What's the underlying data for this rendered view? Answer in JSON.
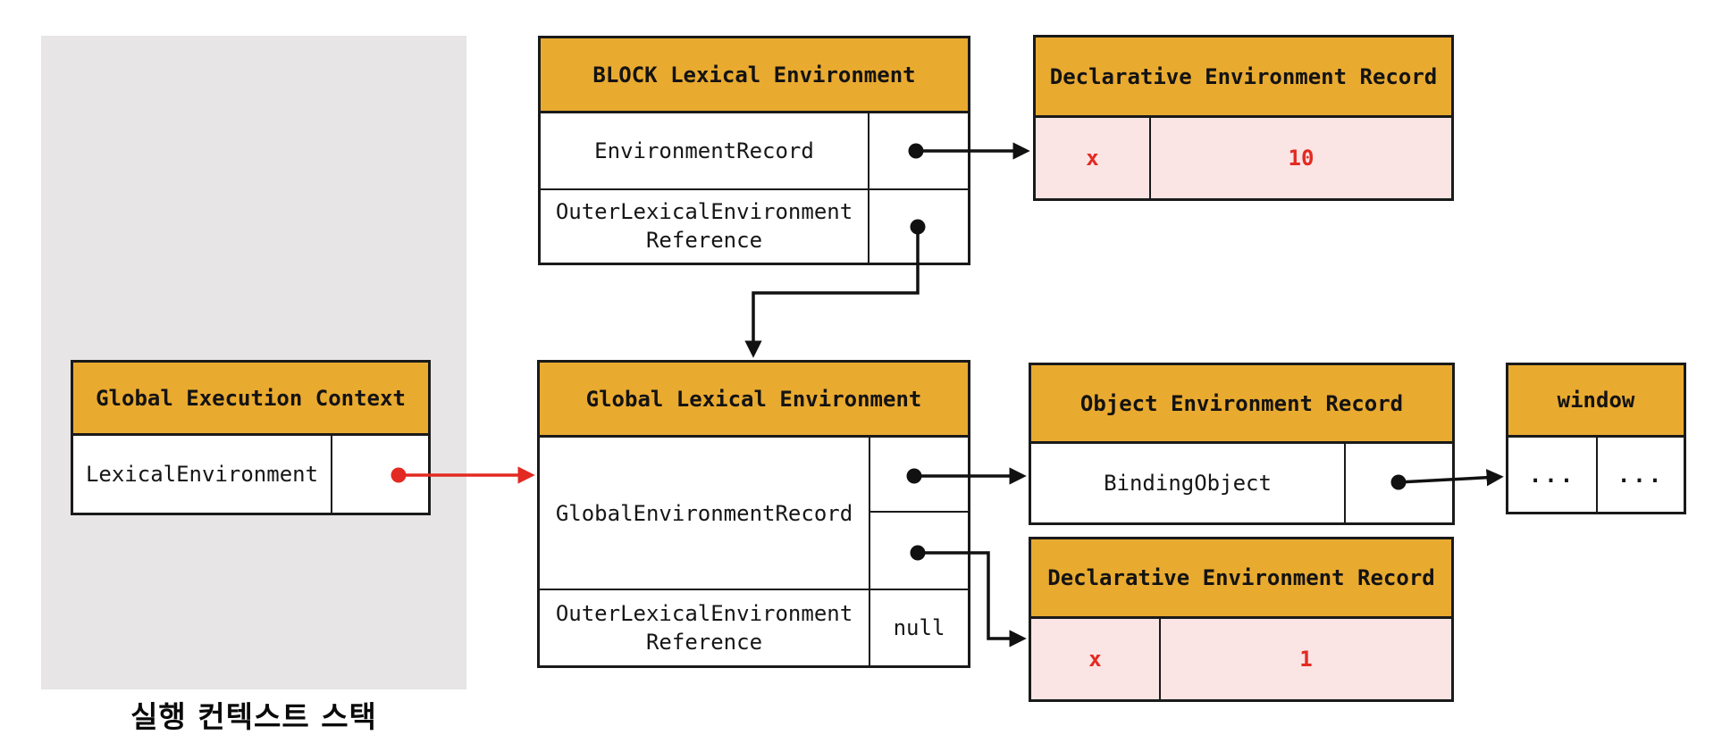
{
  "caption": "실행 컨텍스트 스택",
  "colors": {
    "gold": "#e9aa30",
    "pink": "#fae4e4",
    "red": "#e32a22",
    "stack-gray": "#e7e5e5",
    "line": "#1a1a1a",
    "arrow-black": "#111111"
  },
  "boxes": {
    "block": {
      "title": "BLOCK Lexical Environment",
      "rows": [
        {
          "label": "EnvironmentRecord"
        },
        {
          "label": "OuterLexicalEnvironment\nReference"
        }
      ]
    },
    "der_top": {
      "title": "Declarative Environment Record",
      "binding": {
        "key": "x",
        "value": "10"
      }
    },
    "gec": {
      "title": "Global Execution Context",
      "rows": [
        {
          "label": "LexicalEnvironment"
        }
      ]
    },
    "gle": {
      "title": "Global Lexical Environment",
      "record_label": "GlobalEnvironmentRecord",
      "outer_label": "OuterLexicalEnvironment\nReference",
      "outer_value": "null"
    },
    "oer": {
      "title": "Object Environment Record",
      "rows": [
        {
          "label": "BindingObject"
        }
      ]
    },
    "window": {
      "title": "window",
      "cells": [
        "...",
        "..."
      ]
    },
    "der_bottom": {
      "title": "Declarative Environment Record",
      "binding": {
        "key": "x",
        "value": "1"
      }
    }
  },
  "connectors": [
    {
      "from": "block.EnvironmentRecord",
      "to": "der_top",
      "color": "black"
    },
    {
      "from": "block.OuterLexicalEnvironmentReference",
      "to": "gle",
      "color": "black"
    },
    {
      "from": "gec.LexicalEnvironment",
      "to": "gle",
      "color": "red"
    },
    {
      "from": "gle.GlobalEnvironmentRecord",
      "to": "oer",
      "color": "black"
    },
    {
      "from": "gle.GlobalEnvironmentRecord",
      "to": "der_bottom",
      "color": "black"
    },
    {
      "from": "oer.BindingObject",
      "to": "window",
      "color": "black"
    }
  ]
}
